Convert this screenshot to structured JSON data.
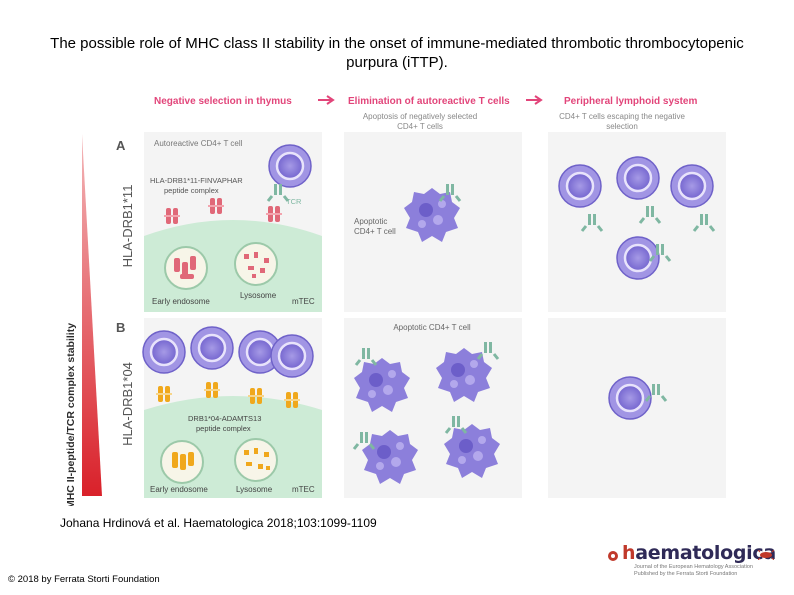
{
  "title": "The possible role of MHC class II stability in the onset of immune-mediated thrombotic thrombocytopenic purpura (iTTP).",
  "citation": "Johana Hrdinová et al. Haematologica 2018;103:1099-1109",
  "copyright": "© 2018 by Ferrata Storti Foundation",
  "logo": {
    "prefix": "h",
    "name": "aematologica",
    "sub1": "Journal of the European Hematology Association",
    "sub2": "Published by the Ferrata Storti Foundation"
  },
  "diagram": {
    "header1": "Negative selection in thymus",
    "header2": "Elimination of autoreactive T cells",
    "header3": "Peripheral lymphoid system",
    "subheader2_line1": "Apoptosis of negatively selected",
    "subheader2_line2": "CD4+ T cells",
    "subheader3_line1": "CD4+ T cells escaping the negative",
    "subheader3_line2": "selection",
    "stability_axis": "MHC II-peptide/TCR complex stability",
    "panel_a": {
      "letter": "A",
      "allele": "HLA-DRB1*11",
      "autoreactive": "Autoreactive CD4+ T cell",
      "complex_line1": "HLA-DRB1*11-FINVAPHAR",
      "complex_line2": "peptide complex",
      "tcr": "TCR",
      "early_endosome": "Early endosome",
      "lysosome": "Lysosome",
      "mtec": "mTEC",
      "apoptotic_line1": "Apoptotic",
      "apoptotic_line2": "CD4+ T cell"
    },
    "panel_b": {
      "letter": "B",
      "allele": "HLA-DRB1*04",
      "complex_line1": "DRB1*04-ADAMTS13",
      "complex_line2": "peptide complex",
      "early_endosome": "Early endosome",
      "lysosome": "Lysosome",
      "mtec": "mTEC",
      "apoptotic": "Apoptotic CD4+ T cell"
    }
  },
  "colors": {
    "header": "#e2457a",
    "tcell": "#7f73d6",
    "mhc_a": "#e06878",
    "mhc_b": "#f0a81c",
    "mtec": "#cdebd6",
    "tcr": "#7fb7a2",
    "gradient": "#d9212a"
  }
}
